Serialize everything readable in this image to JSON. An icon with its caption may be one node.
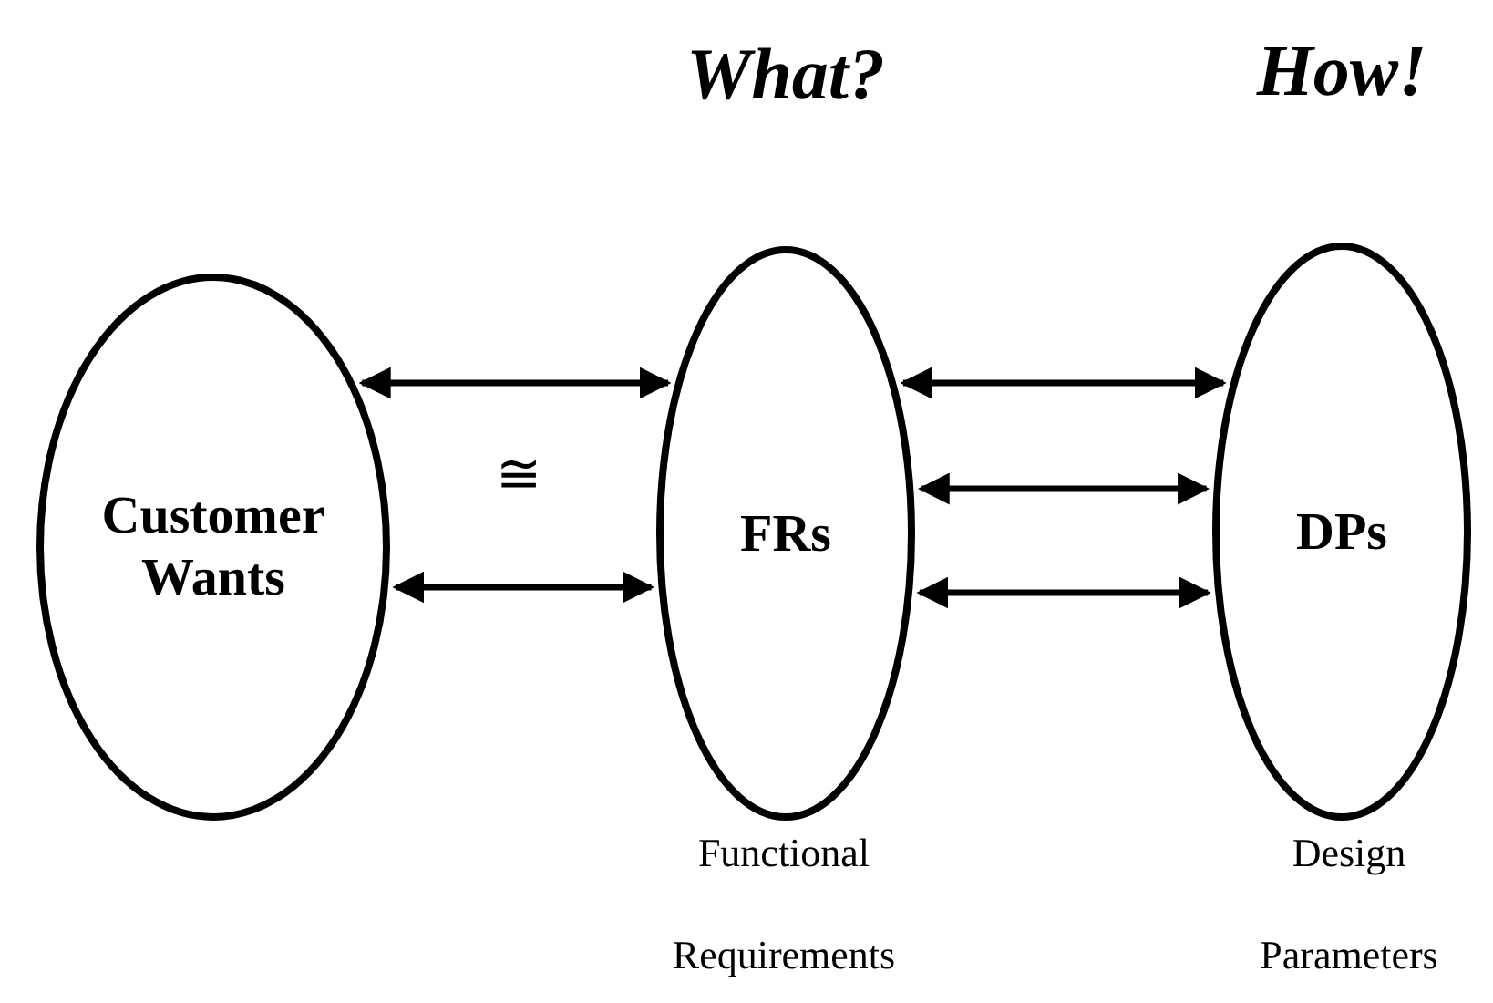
{
  "diagram": {
    "nodes": [
      {
        "text": [
          "Customer Wants"
        ]
      },
      {
        "text": [
          "What?",
          "FRs"
        ],
        "beside": [
          "Functional Requirements"
        ]
      },
      {
        "text": [
          "How!",
          "DPs"
        ],
        "beside": [
          "Design Parameters"
        ]
      }
    ],
    "edges": [
      {
        "from": 0,
        "to": 1,
        "arrow": "both"
      },
      {
        "from": 0,
        "to": 1,
        "arrow": "both"
      },
      {
        "from": 1,
        "to": 2,
        "arrow": "both"
      },
      {
        "from": 1,
        "to": 2,
        "arrow": "both"
      },
      {
        "from": 1,
        "to": 2,
        "arrow": "both"
      }
    ],
    "labels": [
      "≅"
    ]
  }
}
